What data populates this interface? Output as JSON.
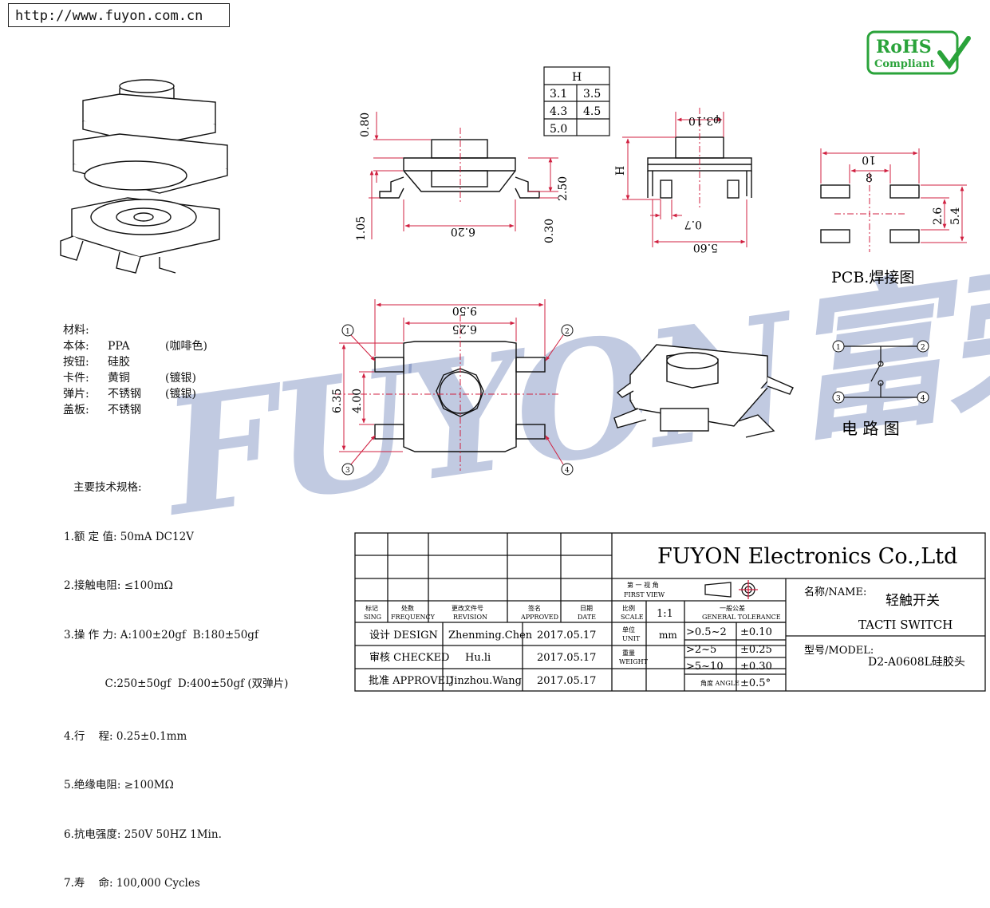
{
  "url": "http://www.fuyon.com.cn",
  "watermark": "FUYON富荣",
  "rohs": {
    "line1": "RoHS",
    "line2": "Compliant"
  },
  "h_table": {
    "header": "H",
    "cells": [
      "3.1",
      "3.5",
      "4.3",
      "4.5",
      "5.0",
      ""
    ]
  },
  "side_view_dims": {
    "top_height": "0.80",
    "base_height": "1.05",
    "stem_height": "2.50",
    "foot_height": "0.30",
    "width": "6.20"
  },
  "front_view_dims": {
    "h": "H",
    "diameter": "φ3.10",
    "pin_gap": "0.7",
    "width": "5.60"
  },
  "pcb": {
    "outer": "10",
    "inner": "8",
    "gap_v": "2.6",
    "span_v": "5.4",
    "title": "PCB.焊接图"
  },
  "top_view_dims": {
    "outer_w": "9.50",
    "inner_w": "6.25",
    "height_outer": "6.35",
    "height_inner": "4.00"
  },
  "pins": [
    "1",
    "2",
    "3",
    "4"
  ],
  "circuit_title": "电 路 图",
  "materials": {
    "title": "材料:",
    "rows": [
      {
        "k": "本体:",
        "v": "PPA",
        "n": "(咖啡色)"
      },
      {
        "k": "按钮:",
        "v": "硅胶",
        "n": ""
      },
      {
        "k": "卡件:",
        "v": "黄铜",
        "n": "(镀银)"
      },
      {
        "k": "弹片:",
        "v": "不锈钢",
        "n": "(镀银)"
      },
      {
        "k": "盖板:",
        "v": "不锈钢",
        "n": ""
      }
    ]
  },
  "specs": {
    "title": "主要技术规格:",
    "rows": [
      "1.额 定 值: 50mA DC12V",
      "2.接触电阻: ≤100mΩ",
      "3.操 作 力: A:100±20gf  B:180±50gf",
      "            C:250±50gf  D:400±50gf (双弹片)",
      "4.行    程: 0.25±0.1mm",
      "5.绝缘电阻: ≥100MΩ",
      "6.抗电强度: 250V 50HZ 1Min.",
      "7.寿    命: 100,000 Cycles"
    ]
  },
  "title_block": {
    "company": "FUYON Electronics Co.,Ltd",
    "headers": [
      {
        "cn": "标记",
        "en": "SING"
      },
      {
        "cn": "处数",
        "en": "FREQUENCY"
      },
      {
        "cn": "更改文件号",
        "en": "REVISION"
      },
      {
        "cn": "签名",
        "en": "APPROVED"
      },
      {
        "cn": "日期",
        "en": "DATE"
      }
    ],
    "rows": [
      {
        "role": "设计 DESIGN",
        "name": "Zhenming.Chen",
        "date": "2017.05.17"
      },
      {
        "role": "审核 CHECKED",
        "name": "Hu.li",
        "date": "2017.05.17"
      },
      {
        "role": "批准 APPROVED",
        "name": "Jinzhou.Wang",
        "date": "2017.05.17"
      }
    ],
    "first_view": {
      "cn": "第 一 视 角",
      "en": "FIRST VIEW"
    },
    "scale": {
      "cn": "比例",
      "en": "SCALE",
      "value": "1:1"
    },
    "unit": {
      "cn": "单位",
      "en": "UNIT",
      "value": "mm"
    },
    "weight": {
      "cn": "重量",
      "en": "WEIGHT"
    },
    "tolerance": {
      "cn": "一般公差",
      "en": "GENERAL TOLERANCE",
      "rows": [
        {
          "range": ">0.5~2",
          "value": "±0.10"
        },
        {
          "range": ">2~5",
          "value": "±0.25"
        },
        {
          "range": ">5~10",
          "value": "±0.30"
        },
        {
          "range": "角度 ANGLE",
          "value": "±0.5°"
        }
      ]
    },
    "name_label": "名称/NAME:",
    "name_cn": "轻触开关",
    "name_en": "TACTI  SWITCH",
    "model_label": "型号/MODEL:",
    "model_value": "D2-A0608L硅胶头"
  }
}
